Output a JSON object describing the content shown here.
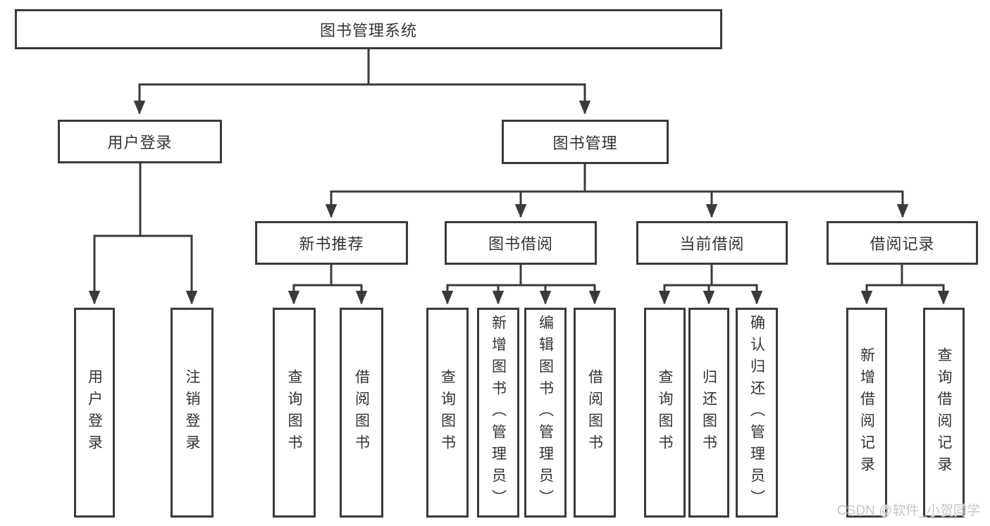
{
  "tree": {
    "label": "图书管理系统",
    "children": [
      {
        "label": "用户登录",
        "children": [
          {
            "label": "用户登录"
          },
          {
            "label": "注销登录"
          }
        ]
      },
      {
        "label": "图书管理",
        "children": [
          {
            "label": "新书推荐",
            "children": [
              {
                "label": "查询图书"
              },
              {
                "label": "借阅图书"
              }
            ]
          },
          {
            "label": "图书借阅",
            "children": [
              {
                "label": "查询图书"
              },
              {
                "label": "新增图书（管理员）"
              },
              {
                "label": "编辑图书（管理员）"
              },
              {
                "label": "借阅图书"
              }
            ]
          },
          {
            "label": "当前借阅",
            "children": [
              {
                "label": "查询图书"
              },
              {
                "label": "归还图书"
              },
              {
                "label": "确认归还（管理员）"
              }
            ]
          },
          {
            "label": "借阅记录",
            "children": [
              {
                "label": "新增借阅记录"
              },
              {
                "label": "查询借阅记录"
              }
            ]
          }
        ]
      }
    ]
  },
  "watermark": {
    "text": "CSDN @软件_小贺同学"
  },
  "colors": {
    "line": "#3a3a3a",
    "box_border": "#3a3a3a",
    "text": "#333333",
    "background": "#ffffff",
    "watermark": "#c6c6c6"
  }
}
